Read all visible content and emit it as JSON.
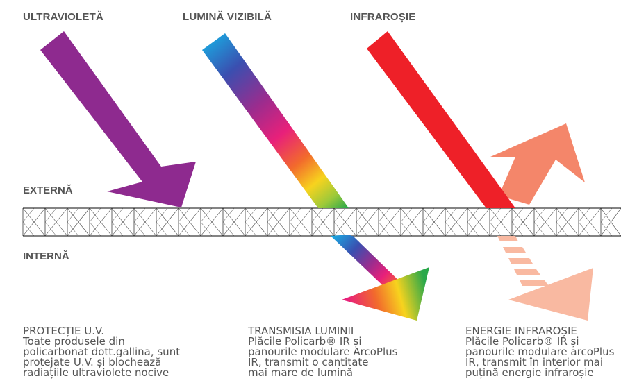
{
  "headers": {
    "uv": "ULTRAVIOLETĂ",
    "visible": "LUMINĂ VIZIBILĂ",
    "infrared": "INFRAROȘIE"
  },
  "sides": {
    "external": "EXTERNĂ",
    "internal": "INTERNĂ"
  },
  "captions": {
    "uv": {
      "title": "PROTECȚIE U.V.",
      "lines": [
        "Toate produsele din",
        "policarbonat dott.gallina, sunt",
        "protejate U.V. și blochează",
        "radiațiile ultraviolete nocive"
      ]
    },
    "light": {
      "title": "TRANSMISIA LUMINII",
      "lines": [
        "Plăcile Policarb® IR și",
        "panourile modulare ArcoPlus",
        "IR, transmit  o cantitate",
        "mai mare de lumină"
      ]
    },
    "ir": {
      "title": "ENERGIE INFRAROȘIE",
      "lines": [
        "Plăcile Policarb® IR și",
        "panourile modulare arcoPlus",
        "IR, transmit în interior mai",
        "puțină energie infraroșie"
      ]
    }
  },
  "colors": {
    "uv_arrow": "#8e2a8f",
    "ir_arrow": "#ee2028",
    "ir_reflected": "#f4866a",
    "ir_transmitted": "#f9b9a1",
    "sheet_stroke": "#3a3a3a"
  }
}
